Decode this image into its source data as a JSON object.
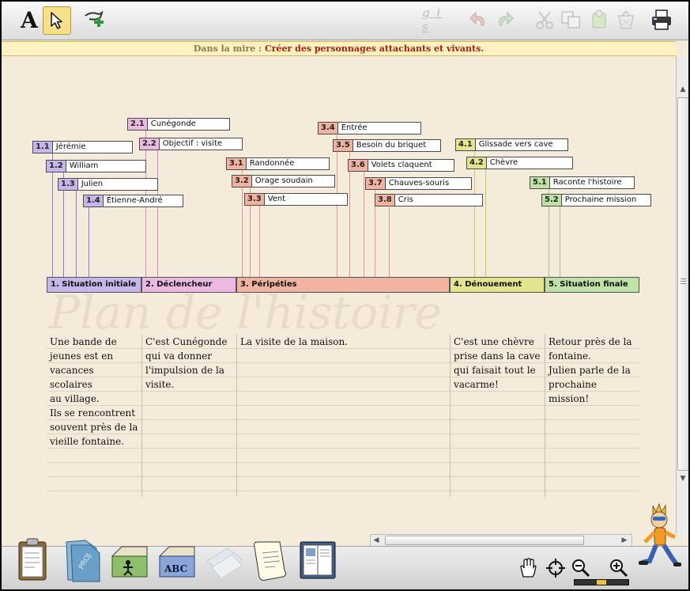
{
  "toolbar": {
    "text_tool_label": "A",
    "gis_label": "g i s",
    "icons": [
      "text-tool-icon",
      "pointer-icon",
      "add-link-icon",
      "gis-icon",
      "undo-icon",
      "redo-icon",
      "cut-icon",
      "copy-icon",
      "paste-icon",
      "trash-icon",
      "print-icon"
    ]
  },
  "banner": {
    "prefix": "Dans la mire :",
    "activity": "Créer des personnages attachants et vivants."
  },
  "tags": [
    {
      "num": "1.1",
      "label": "Jérémie"
    },
    {
      "num": "1.2",
      "label": "William"
    },
    {
      "num": "1.3",
      "label": "Julien"
    },
    {
      "num": "1.4",
      "label": "Étienne-André"
    },
    {
      "num": "2.1",
      "label": "Cunégonde"
    },
    {
      "num": "2.2",
      "label": "Objectif : visite"
    },
    {
      "num": "3.1",
      "label": "Randonnée"
    },
    {
      "num": "3.2",
      "label": "Orage soudain"
    },
    {
      "num": "3.3",
      "label": "Vent"
    },
    {
      "num": "3.4",
      "label": "Entrée"
    },
    {
      "num": "3.5",
      "label": "Besoin du briquet"
    },
    {
      "num": "3.6",
      "label": "Volets claquent"
    },
    {
      "num": "3.7",
      "label": "Chauves-souris"
    },
    {
      "num": "3.8",
      "label": "Cris"
    },
    {
      "num": "4.1",
      "label": "Glissade vers cave"
    },
    {
      "num": "4.2",
      "label": "Chèvre"
    },
    {
      "num": "5.1",
      "label": "Raconte l'histoire"
    },
    {
      "num": "5.2",
      "label": "Prochaine mission"
    }
  ],
  "phases": [
    {
      "label": "1. Situation initiale",
      "color": "#c5b6ec"
    },
    {
      "label": "2. Déclencheur",
      "color": "#eab8e0"
    },
    {
      "label": "3. Péripéties",
      "color": "#f2b2a0"
    },
    {
      "label": "4. Dénouement",
      "color": "#e3e48e"
    },
    {
      "label": "5. Situation finale",
      "color": "#bfe3a6"
    }
  ],
  "watermark": "Plan de l'histoire",
  "columns": [
    "Une bande de\njeunes est en\nvacances scolaires\nau village.\nIls se rencontrent\nsouvent près de la\nvieille fontaine.",
    "C'est Cunégonde\nqui va donner\nl'impulsion de la\nvisite.",
    "La visite de la maison.",
    "C'est une chèvre\nprise dans la cave\nqui faisait tout le\nvacarme!",
    "Retour près de la\nfontaine.\nJulien parle de la\nprochaine mission!"
  ],
  "bottombar": {
    "icons": [
      "clipboard-icon",
      "folders-icon",
      "character-cards-icon",
      "abc-cards-icon",
      "stamps-icon",
      "scroll-icon",
      "book-icon",
      "hand-tool-icon",
      "target-icon",
      "zoom-out-icon",
      "zoom-in-icon",
      "mascot-icon"
    ]
  },
  "colors": {
    "accent": "#f7e08a",
    "banner_text": "#b41d0c",
    "background": "#f5ebdb"
  }
}
